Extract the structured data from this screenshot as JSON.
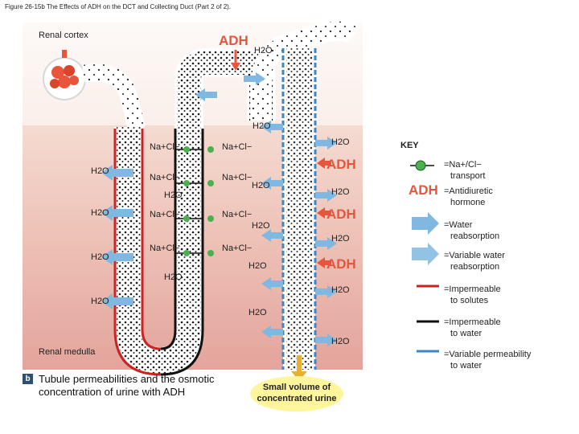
{
  "caption": "Figure 26-15b The Effects of ADH on the DCT and Collecting Duct (Part 2 of 2).",
  "region_labels": {
    "cortex": "Renal cortex",
    "medulla": "Renal medulla"
  },
  "adh": "ADH",
  "h2o": "H2O",
  "nacl": "Na+Cl−",
  "key": {
    "title": "KEY",
    "items": [
      {
        "line1": "=Na+/Cl−",
        "line2": "transport"
      },
      {
        "line1": "=Antidiuretic",
        "line2": "hormone"
      },
      {
        "line1": "=Water",
        "line2": "reabsorption"
      },
      {
        "line1": "=Variable water",
        "line2": "reabsorption"
      },
      {
        "line1": "=Impermeable",
        "line2": "to solutes"
      },
      {
        "line1": "=Impermeable",
        "line2": "to water"
      },
      {
        "line1": "=Variable permeability",
        "line2": "to water"
      }
    ]
  },
  "part": {
    "badge": "b",
    "line1": "Tubule permeabilities and the osmotic",
    "line2": "concentration of urine with ADH"
  },
  "urine": {
    "line1": "Small volume of",
    "line2": "concentrated urine"
  },
  "colors": {
    "accent_adh": "#e8553a",
    "impermeable_solutes": "#cc2222",
    "impermeable_water": "#111111",
    "variable_permeability": "#3a86c8",
    "transport": "#4caf50",
    "arrow": "#7fb8e0"
  }
}
